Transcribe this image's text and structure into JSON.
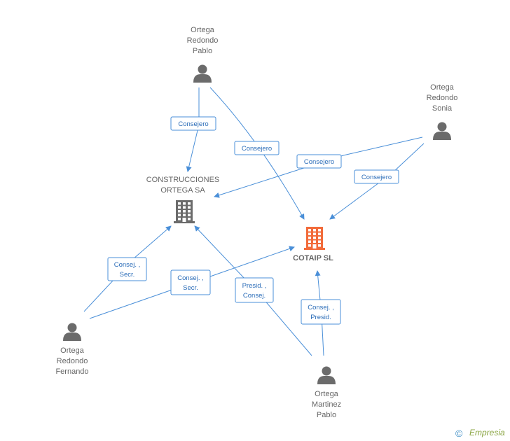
{
  "nodes": {
    "pablo_redondo": {
      "lines": [
        "Ortega",
        "Redondo",
        "Pablo"
      ],
      "icon": "person-icon"
    },
    "sonia": {
      "lines": [
        "Ortega",
        "Redondo",
        "Sonia"
      ],
      "icon": "person-icon"
    },
    "fernando": {
      "lines": [
        "Ortega",
        "Redondo",
        "Fernando"
      ],
      "icon": "person-icon"
    },
    "pablo_martinez": {
      "lines": [
        "Ortega",
        "Martinez",
        "Pablo"
      ],
      "icon": "person-icon"
    },
    "construcciones": {
      "lines": [
        "CONSTRUCCIONES",
        "ORTEGA SA"
      ],
      "icon": "building-icon",
      "color": "#6b6b6b"
    },
    "cotaip": {
      "lines": [
        "COTAIP SL"
      ],
      "icon": "building-icon",
      "color": "#f26b3a"
    }
  },
  "edges": [
    {
      "from": "pablo_redondo",
      "to": "construcciones",
      "lines": [
        "Consejero"
      ]
    },
    {
      "from": "pablo_redondo",
      "to": "cotaip",
      "lines": [
        "Consejero"
      ]
    },
    {
      "from": "sonia",
      "to": "construcciones",
      "lines": [
        "Consejero"
      ]
    },
    {
      "from": "sonia",
      "to": "cotaip",
      "lines": [
        "Consejero"
      ]
    },
    {
      "from": "fernando",
      "to": "construcciones",
      "lines": [
        "Consej. ,",
        "Secr."
      ]
    },
    {
      "from": "fernando",
      "to": "cotaip",
      "lines": [
        "Consej. ,",
        "Secr."
      ]
    },
    {
      "from": "pablo_martinez",
      "to": "construcciones",
      "lines": [
        "Presid. ,",
        "Consej."
      ]
    },
    {
      "from": "pablo_martinez",
      "to": "cotaip",
      "lines": [
        "Consej. ,",
        "Presid."
      ]
    }
  ],
  "footer": {
    "copyright_symbol": "©",
    "brand": "Empresia"
  },
  "colors": {
    "edge": "#4a8fd8",
    "person": "#6b6b6b",
    "main_building": "#f26b3a",
    "building": "#6b6b6b"
  }
}
